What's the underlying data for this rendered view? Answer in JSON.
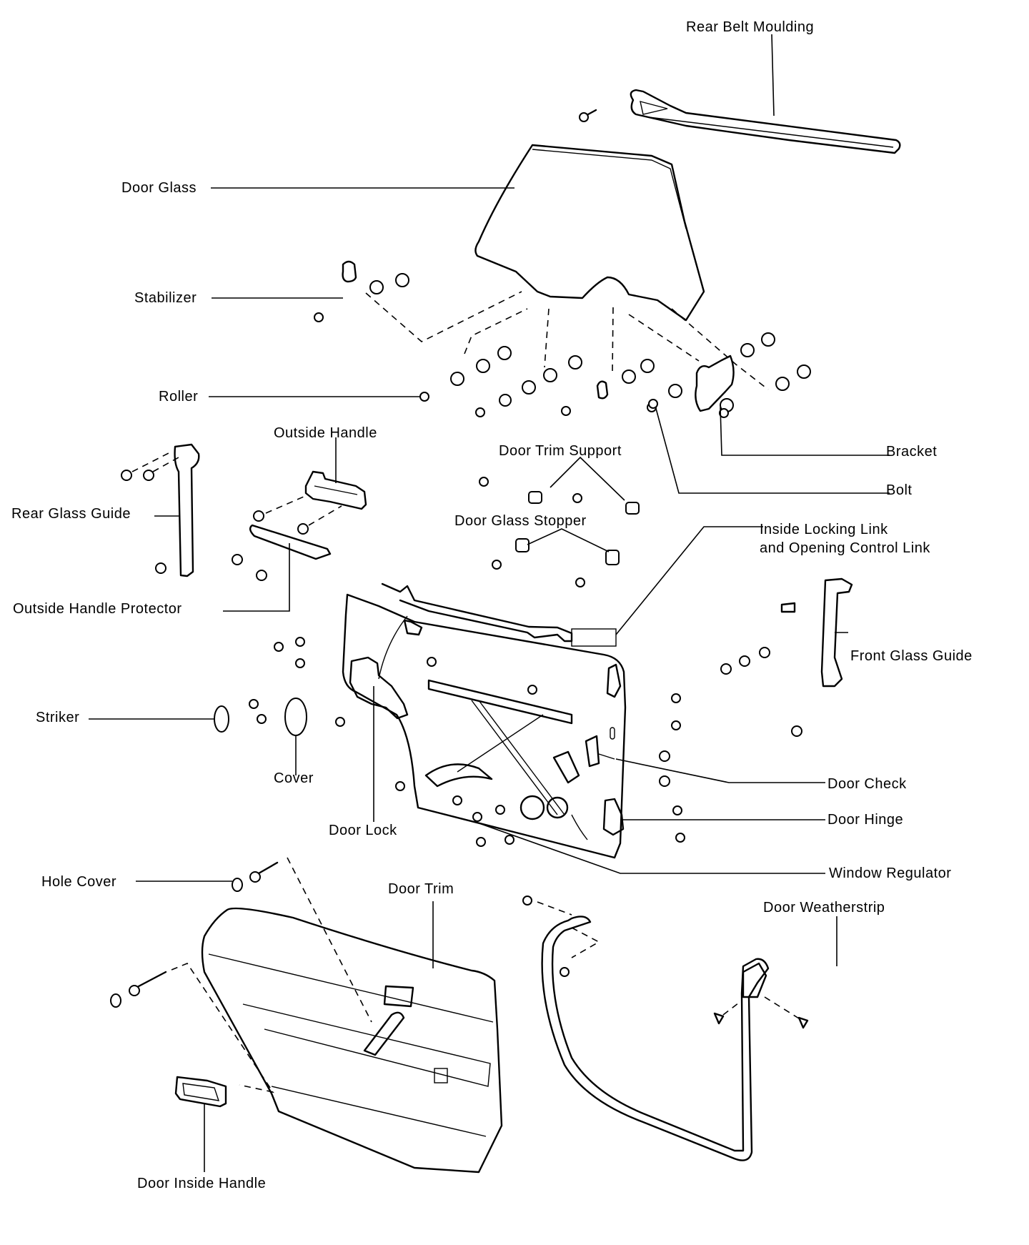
{
  "diagram": {
    "type": "exploded-parts-view",
    "subject": "Rear door assembly",
    "colors": {
      "line": "#000000",
      "background": "#ffffff"
    },
    "labels": {
      "rear_belt_moulding": "Rear Belt Moulding",
      "door_glass": "Door Glass",
      "stabilizer": "Stabilizer",
      "roller": "Roller",
      "bracket": "Bracket",
      "bolt": "Bolt",
      "outside_handle": "Outside Handle",
      "door_trim_support": "Door Trim Support",
      "rear_glass_guide": "Rear Glass Guide",
      "door_glass_stopper": "Door Glass Stopper",
      "inside_locking_link_line1": "Inside Locking Link",
      "inside_locking_link_line2": "and Opening Control Link",
      "outside_handle_protector": "Outside Handle Protector",
      "front_glass_guide": "Front Glass Guide",
      "striker": "Striker",
      "cover": "Cover",
      "door_check": "Door Check",
      "door_hinge": "Door Hinge",
      "door_lock": "Door Lock",
      "window_regulator": "Window Regulator",
      "hole_cover": "Hole Cover",
      "door_trim": "Door Trim",
      "door_weatherstrip": "Door Weatherstrip",
      "door_inside_handle": "Door Inside Handle"
    }
  }
}
